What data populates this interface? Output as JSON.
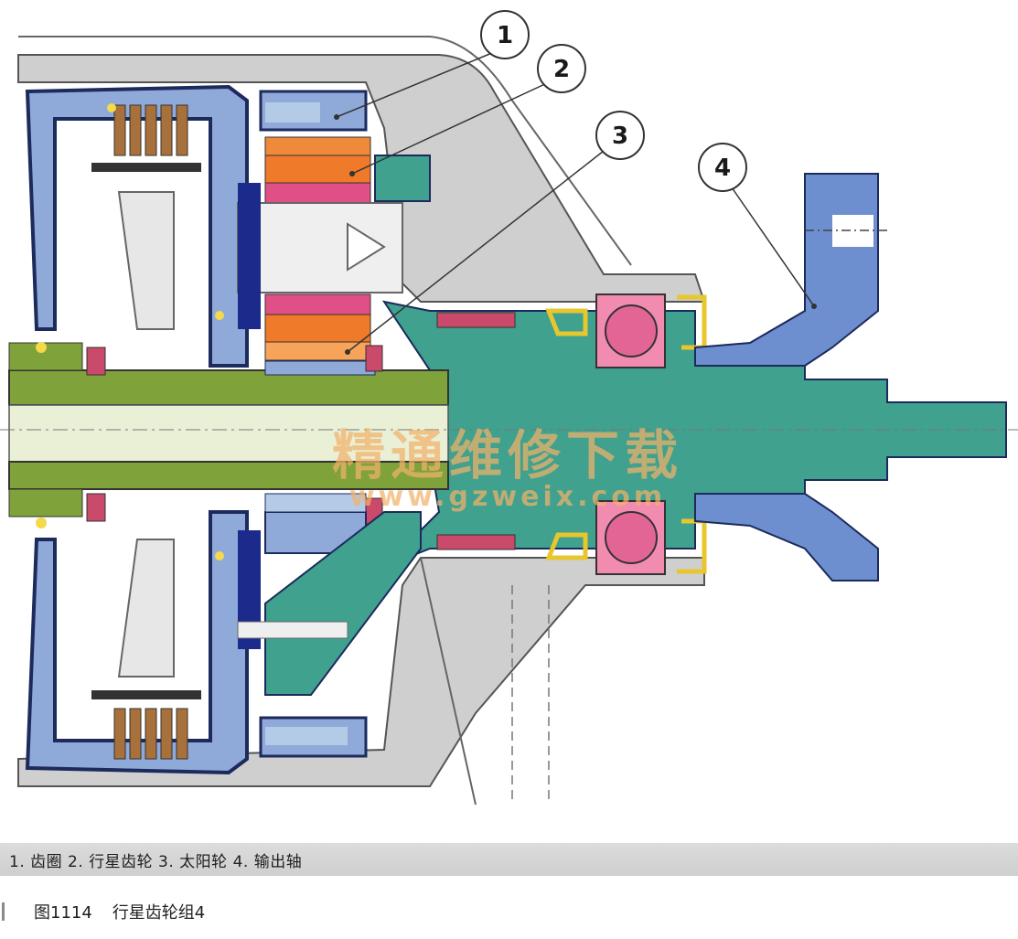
{
  "callouts": [
    {
      "number": "1"
    },
    {
      "number": "2"
    },
    {
      "number": "3"
    },
    {
      "number": "4"
    }
  ],
  "legend": "1. 齿圈  2. 行星齿轮  3. 太阳轮  4. 输出轴",
  "figure": {
    "number": "图1114",
    "title": "行星齿轮组4"
  },
  "watermark": {
    "text": "精通维修下载",
    "url": "www.gzweix.com"
  },
  "colors": {
    "housing": "#b8b8b8",
    "outline": "#1c2a5c",
    "teal": "#3fa18e",
    "blue": "#6d8fcf",
    "lightblue": "#b4cbe8",
    "orange": "#ee8a3a",
    "pink": "#e04f86",
    "yellow": "#f5d94a",
    "olive": "#7fa23a",
    "brown": "#a8703a",
    "watermark": "#f2b26a"
  }
}
